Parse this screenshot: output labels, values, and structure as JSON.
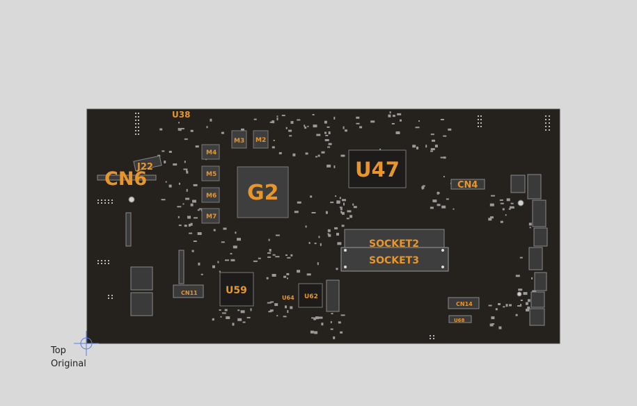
{
  "colors": {
    "background": "#d9d9d9",
    "board": "#25221d",
    "chip": "#3e3e3e",
    "chip_border": "#7a7a7a",
    "refdes": "#e8962a",
    "pads": "#9a9a9a",
    "origin_marker": "#5b7fe0"
  },
  "view": {
    "side_label": "Top",
    "origin_label": "Original"
  },
  "components": {
    "U38": "U38",
    "J22": "J22",
    "CN6": "CN6",
    "M3": "M3",
    "M2": "M2",
    "M4": "M4",
    "M5": "M5",
    "M6": "M6",
    "M7": "M7",
    "G2": "G2",
    "U47": "U47",
    "CN4": "CN4",
    "SOCKET2": "SOCKET2",
    "SOCKET3": "SOCKET3",
    "CN11": "CN11",
    "U59": "U59",
    "U64": "U64",
    "U62": "U62",
    "CN14": "CN14",
    "U68": "U68"
  },
  "icons": {
    "origin": "crosshair-origin-icon",
    "mounting_hole": "mounting-hole-icon"
  }
}
